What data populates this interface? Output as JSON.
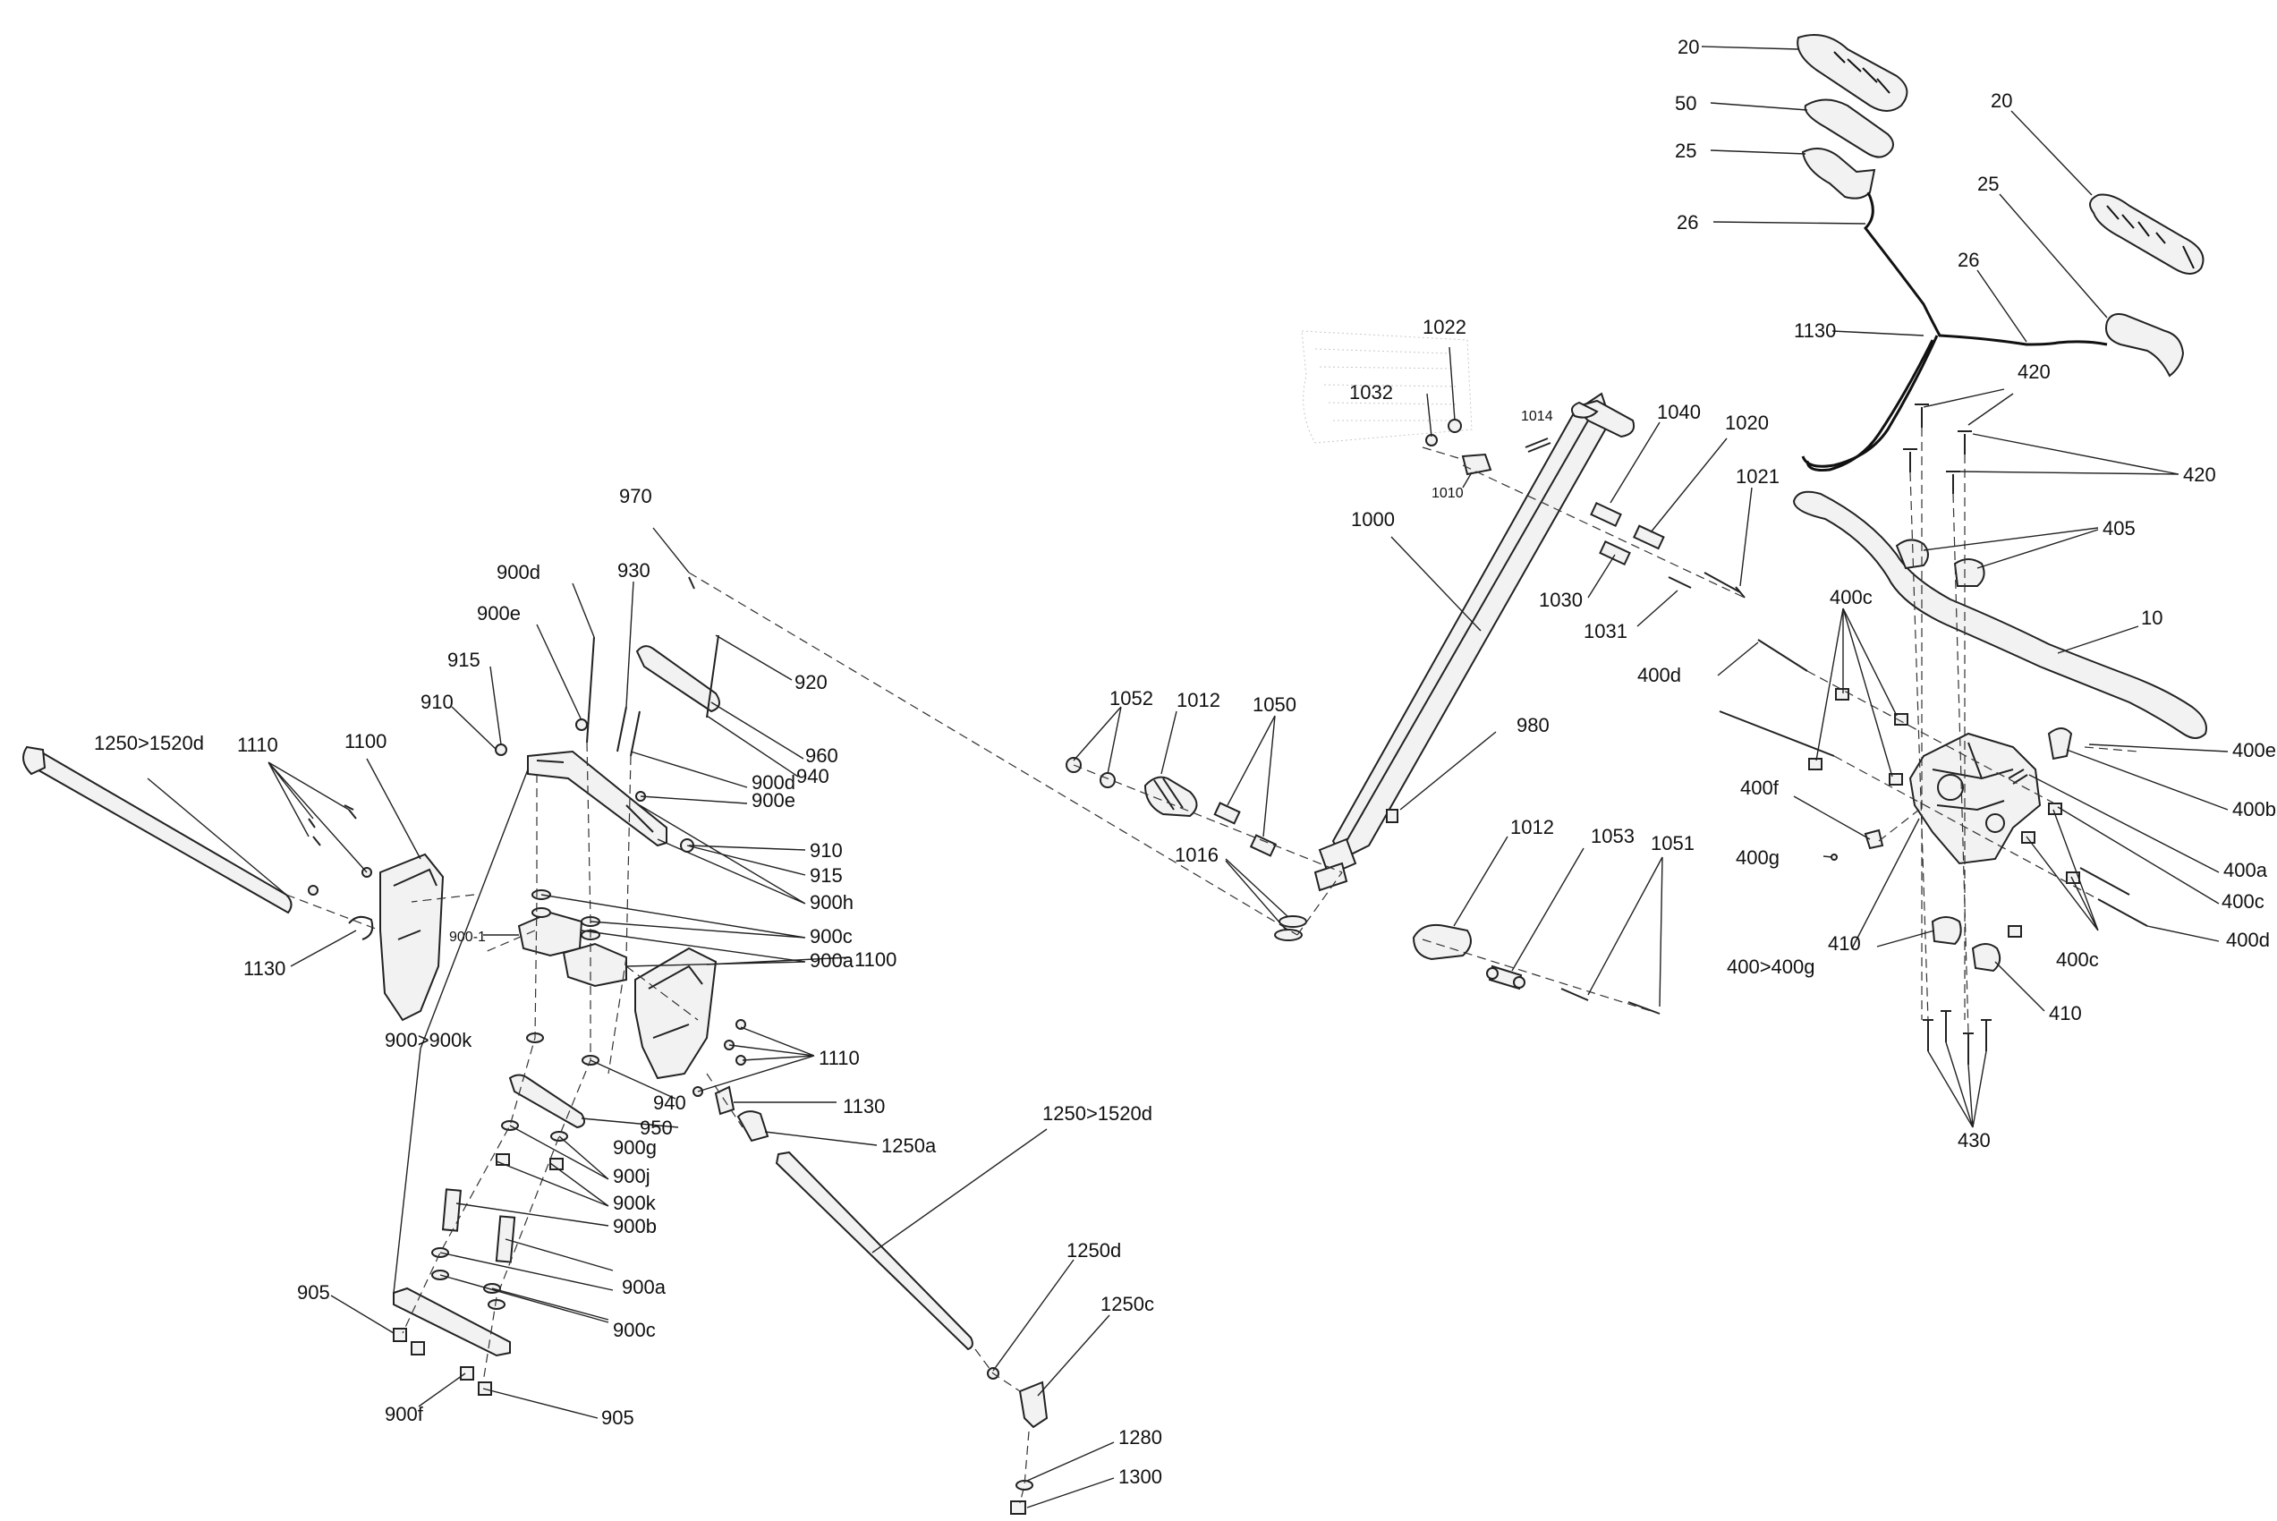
{
  "diagram": {
    "labels": {
      "l20a": "20",
      "l50": "50",
      "l25a": "25",
      "l26a": "26",
      "l20b": "20",
      "l25b": "25",
      "l26b": "26",
      "l1130a": "1130",
      "l420a": "420",
      "l420b": "420",
      "l405": "405",
      "l400c_a": "400c",
      "l10": "10",
      "l400d_a": "400d",
      "l400e": "400e",
      "l400b": "400b",
      "l400a": "400a",
      "l400c_b": "400c",
      "l400d_b": "400d",
      "l400c_c": "400c",
      "l400f": "400f",
      "l400g": "400g",
      "l400_400g": "400>400g",
      "l410a": "410",
      "l410b": "410",
      "l430": "430",
      "l1022": "1022",
      "l1032": "1032",
      "l1014": "1014",
      "l1010": "1010",
      "l1040": "1040",
      "l1020": "1020",
      "l1021": "1021",
      "l1000": "1000",
      "l1030": "1030",
      "l1031": "1031",
      "l980": "980",
      "l1052": "1052",
      "l1012a": "1012",
      "l1050": "1050",
      "l1016": "1016",
      "l1012b": "1012",
      "l1053": "1053",
      "l1051": "1051",
      "l970": "970",
      "l930": "930",
      "l900d_a": "900d",
      "l900e_a": "900e",
      "l915a": "915",
      "l910a": "910",
      "l920": "920",
      "l960": "960",
      "l940a": "940",
      "l900d_b": "900d",
      "l900e_b": "900e",
      "l910b": "910",
      "l915b": "915",
      "l900h": "900h",
      "l900c_a": "900c",
      "l900_1": "900-1",
      "l900a_a": "900a",
      "l1250_1520d_a": "1250>1520d",
      "l1110a": "1110",
      "l1100a": "1100",
      "l1130b": "1130",
      "l900_900k": "900>900k",
      "l1100b": "1100",
      "l1110b": "1110",
      "l1130c": "1130",
      "l940b": "940",
      "l950": "950",
      "l900g": "900g",
      "l1250a": "1250a",
      "l900j": "900j",
      "l900k": "900k",
      "l900b": "900b",
      "l900a_b": "900a",
      "l900c_b": "900c",
      "l905a": "905",
      "l900f": "900f",
      "l905b": "905",
      "l1250_1520d_b": "1250>1520d",
      "l1250d": "1250d",
      "l1250c": "1250c",
      "l1280": "1280",
      "l1300": "1300"
    }
  }
}
